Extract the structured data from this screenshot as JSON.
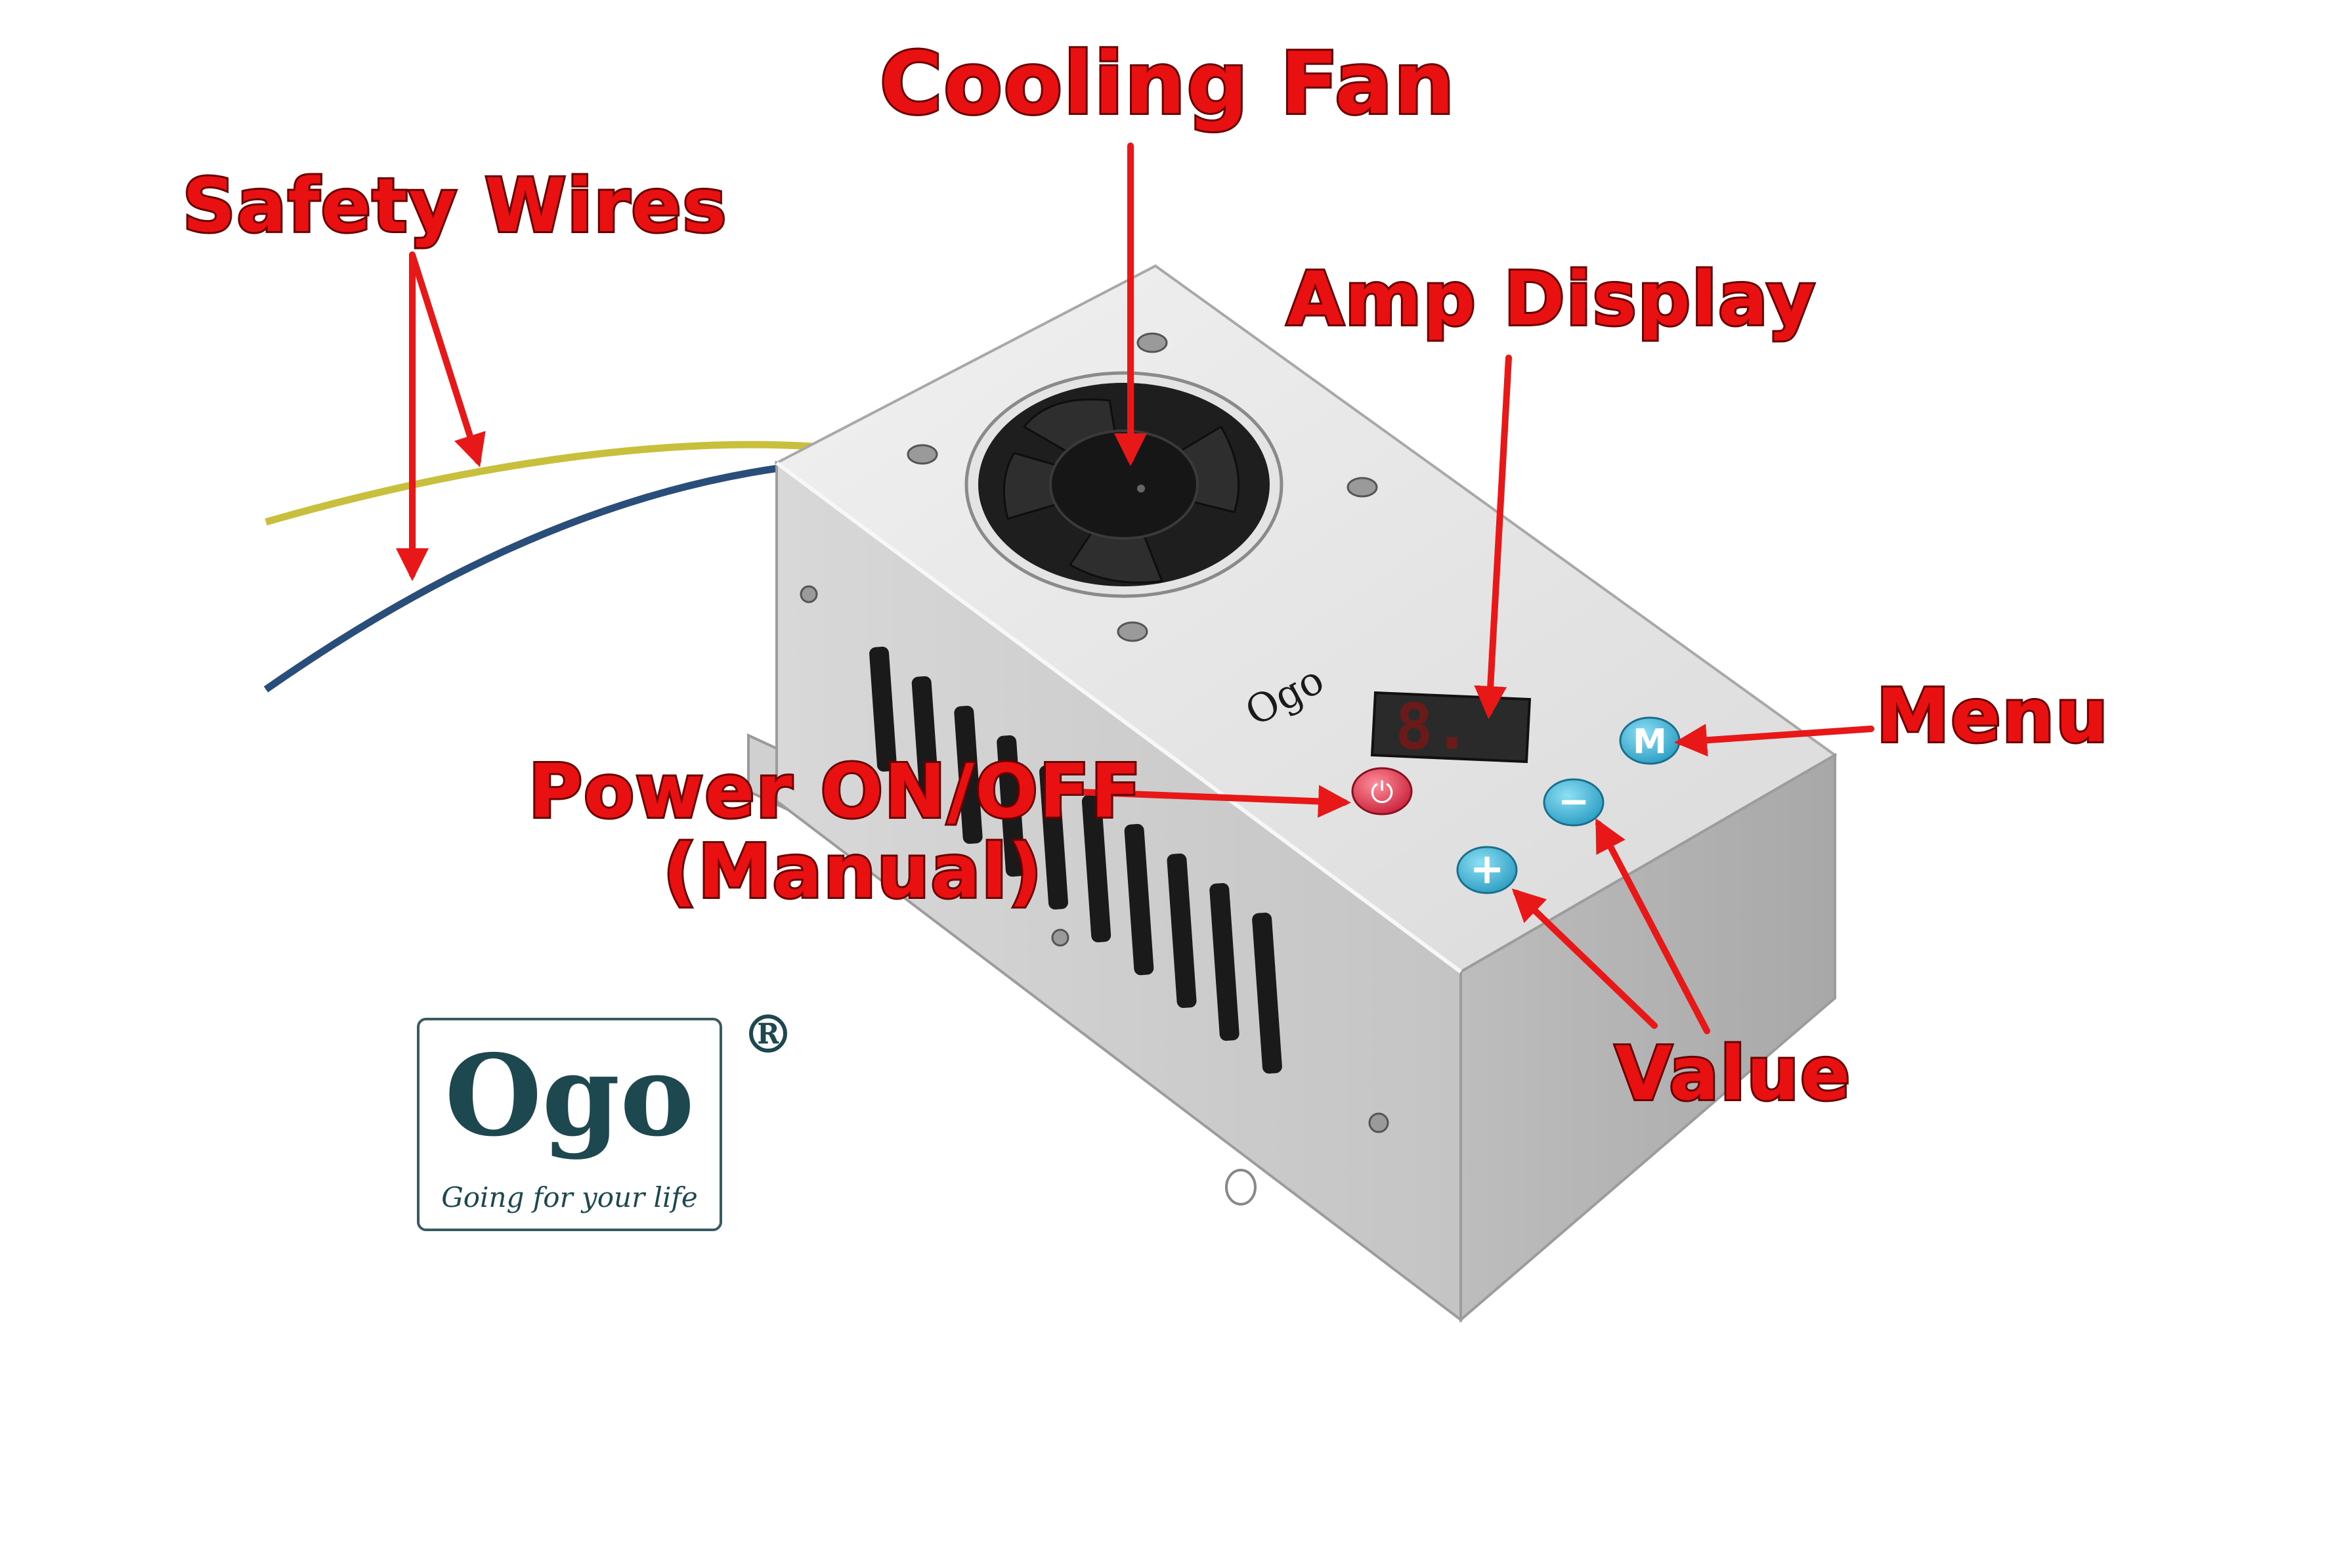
{
  "callouts": {
    "cooling_fan": "Cooling Fan",
    "safety_wires": "Safety Wires",
    "amp_display": "Amp Display",
    "menu": "Menu",
    "power": "Power ON/OFF",
    "power_sub": "(Manual)",
    "value": "Value"
  },
  "device": {
    "brand": "Ogo",
    "display_digits": "8.",
    "buttons": {
      "power_glyph": "⏻",
      "menu_glyph": "M",
      "minus_glyph": "−",
      "plus_glyph": "+"
    }
  },
  "logo": {
    "word": "Ogo",
    "tagline": "Going for your life",
    "registered": "®"
  },
  "colors": {
    "callout_red": "#e81010",
    "arrow_red": "#e81818",
    "logo_teal": "#1e4850",
    "button_blue": "#39b4d6",
    "power_red": "#e0344a"
  }
}
